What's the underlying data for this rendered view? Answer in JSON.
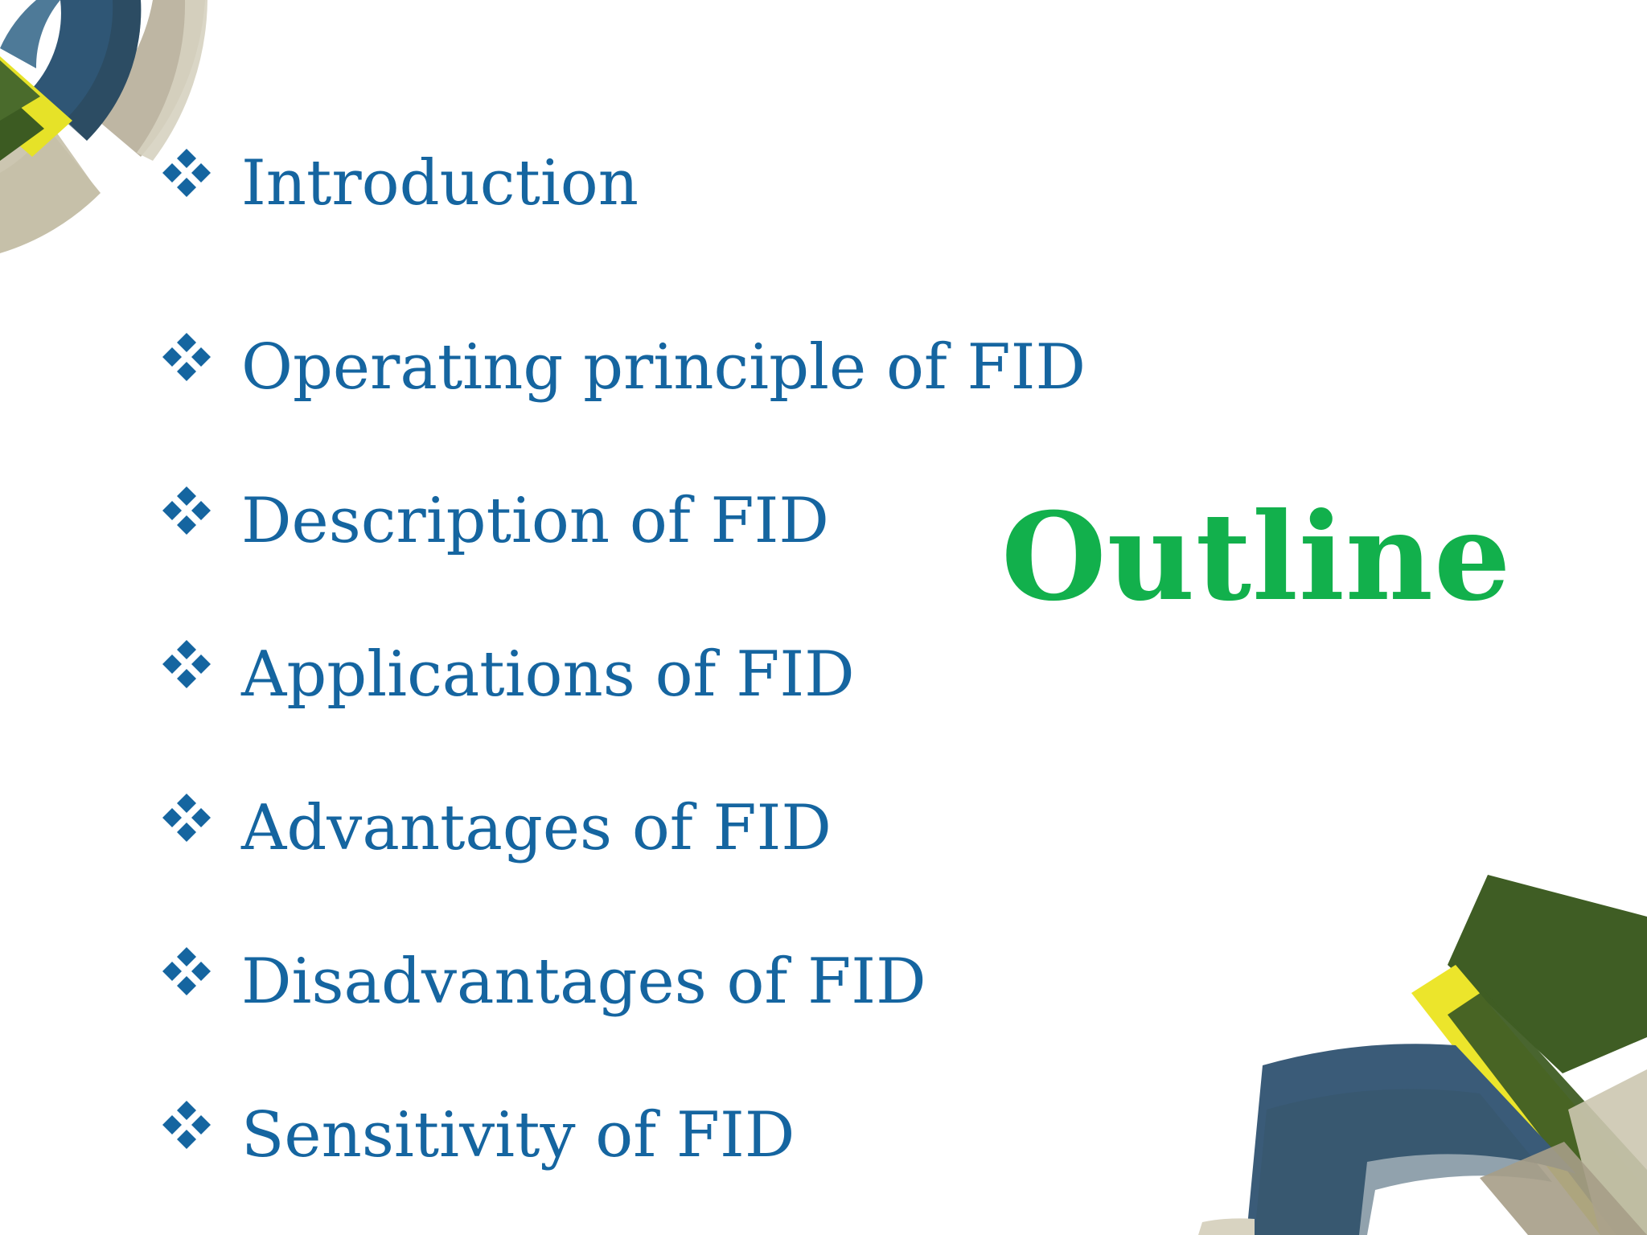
{
  "slide": {
    "title": "Outline",
    "items": [
      {
        "label": "Introduction"
      },
      {
        "label": "Operating principle of FID"
      },
      {
        "label": "Description of FID"
      },
      {
        "label": "Applications of FID"
      },
      {
        "label": "Advantages of FID"
      },
      {
        "label": "Disadvantages of FID"
      },
      {
        "label": "Sensitivity of FID"
      }
    ],
    "bullet_icon": "four-diamond-bullet-icon"
  },
  "colors": {
    "item_text": "#1565a0",
    "title": "#12b04c",
    "bullet": "#1565a0",
    "decor_navy": "#2b5a7e",
    "decor_olive": "#3f5d24",
    "decor_yellow": "#e9e42a",
    "decor_taupe": "#b4aa92"
  }
}
